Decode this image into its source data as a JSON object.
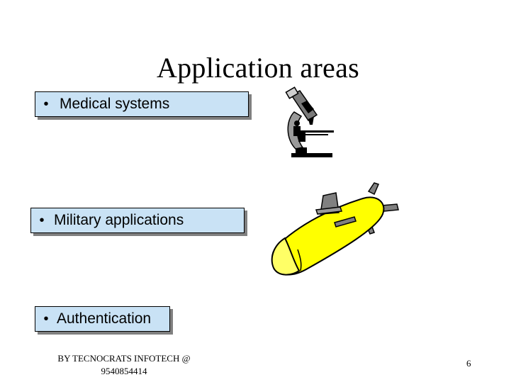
{
  "slide": {
    "title": "Application areas",
    "bullets": [
      {
        "marker": "•",
        "label": "Medical systems",
        "icon": "microscope-icon"
      },
      {
        "marker": "•",
        "label": "Military applications",
        "icon": "submarine-icon"
      },
      {
        "marker": "•",
        "label": "Authentication"
      }
    ],
    "footer": {
      "line1": "BY  TECNOCRATS INFOTECH @",
      "line2": "9540854414"
    },
    "page_number": "6",
    "colors": {
      "box_fill": "#c9e2f5",
      "box_shadow": "#808080",
      "submarine_body": "#ffff00",
      "submarine_fin": "#808080"
    }
  }
}
